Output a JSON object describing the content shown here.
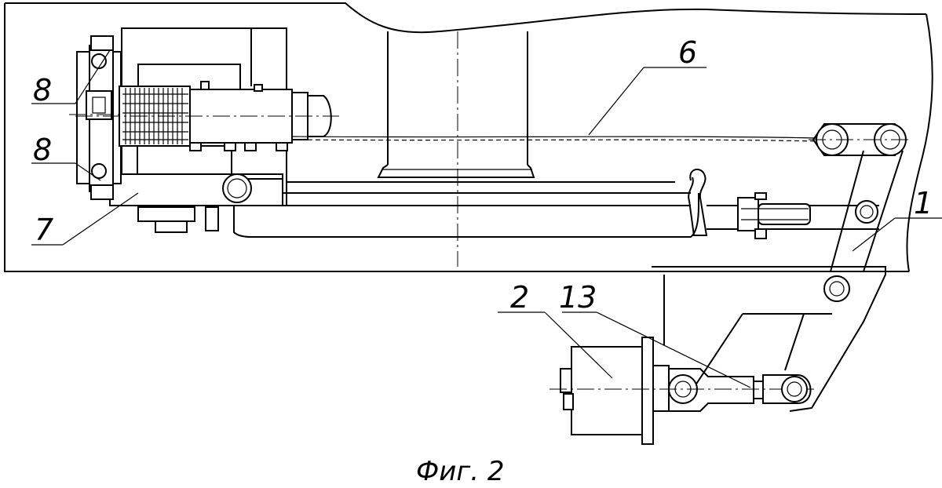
{
  "figure": {
    "caption": "Фиг. 2",
    "labels": {
      "l1": "1",
      "l2": "2",
      "l6": "6",
      "l7": "7",
      "l8a": "8",
      "l8b": "8",
      "l13": "13"
    },
    "colors": {
      "ink": "#000000",
      "paper": "#ffffff"
    }
  }
}
